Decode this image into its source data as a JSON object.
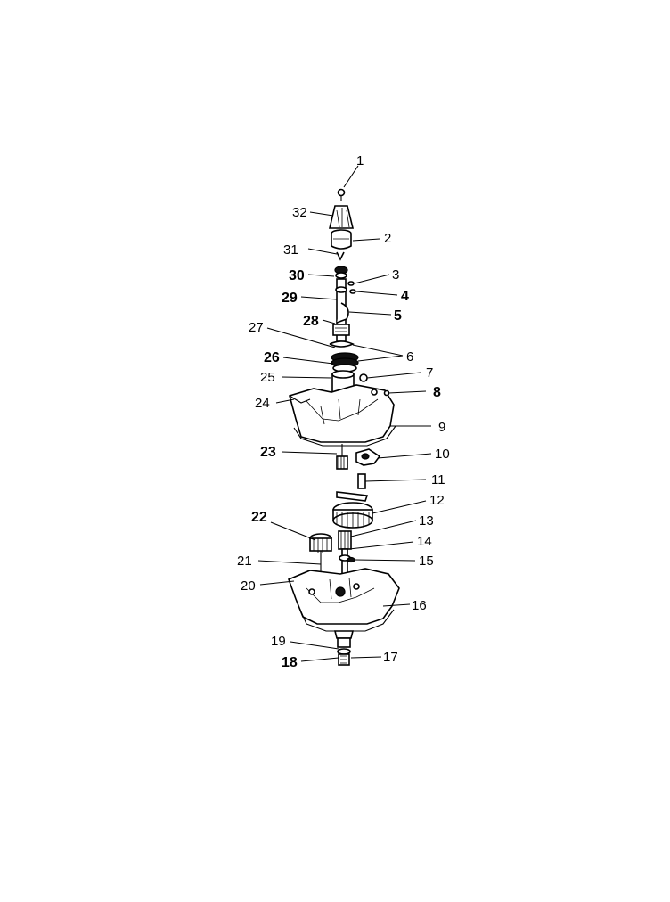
{
  "diagram": {
    "type": "exploded-parts-diagram",
    "callouts": [
      "1",
      "2",
      "3",
      "4",
      "5",
      "6",
      "7",
      "8",
      "9",
      "10",
      "11",
      "12",
      "13",
      "14",
      "15",
      "16",
      "17",
      "18",
      "19",
      "20",
      "21",
      "22",
      "23",
      "24",
      "25",
      "26",
      "27",
      "28",
      "29",
      "30",
      "31",
      "32"
    ]
  }
}
